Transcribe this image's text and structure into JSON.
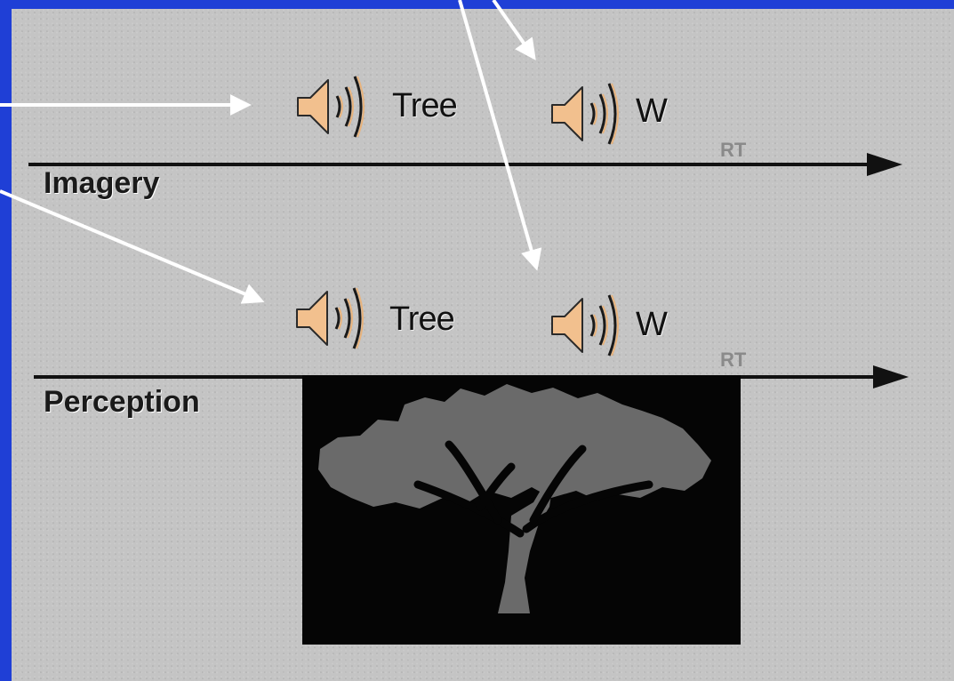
{
  "colors": {
    "background": "#1f3fd6",
    "panel": "#c4c4c4",
    "speaker": "#f2c08e",
    "arrow_white": "#ffffff",
    "axis": "#111111",
    "image_bg": "#050505",
    "tree": "#6a6a6a"
  },
  "icons": {
    "sound": "speaker-sound-icon",
    "tree_picture": "tree-silhouette-icon"
  },
  "imagery": {
    "label": "Imagery",
    "cue_word": "Tree",
    "target_word": "W",
    "axis_end_label": "RT"
  },
  "perception": {
    "label": "Perception",
    "cue_word": "Tree",
    "target_word": "W",
    "axis_end_label": "RT"
  }
}
